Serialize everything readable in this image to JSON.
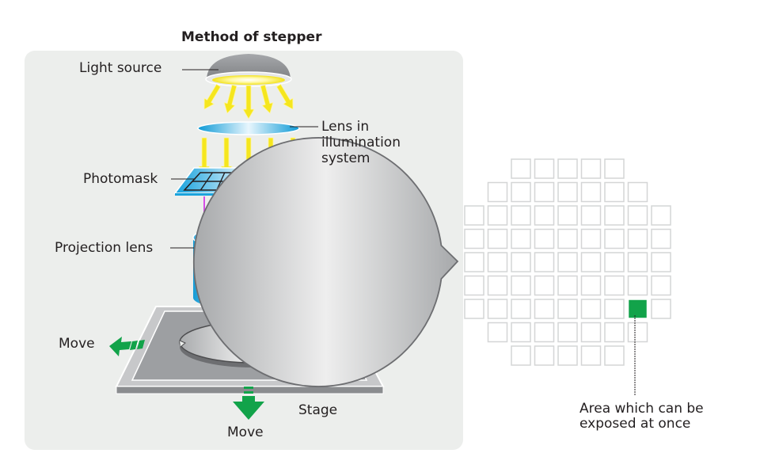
{
  "title": "Method of stepper",
  "labels": {
    "light_source": "Light source",
    "lens_illumination": [
      "Lens in",
      "illumination",
      "system"
    ],
    "photomask": "Photomask",
    "projection_lens": "Projection lens",
    "move_left": "Move",
    "move_down": "Move",
    "stage": "Stage",
    "area_exposed": [
      "Area which can be",
      "exposed at once"
    ]
  },
  "colors": {
    "panel": "#eceeec",
    "light_yellow": "#f5e61e",
    "lens_blue": "#1aa3dc",
    "beam_magenta": "#d54ee6",
    "move_arrow_green": "#12a34a",
    "pointer_arrow": "#8b1a5a",
    "exposed_die": "#12a34a",
    "wafer_gray": "#b9bbbd"
  },
  "wafer_map": {
    "rows": [
      {
        "start": 2,
        "count": 5
      },
      {
        "start": 1,
        "count": 7
      },
      {
        "start": 0,
        "count": 9
      },
      {
        "start": 0,
        "count": 9
      },
      {
        "start": 0,
        "count": 9
      },
      {
        "start": 0,
        "count": 9
      },
      {
        "start": 0,
        "count": 9
      },
      {
        "start": 1,
        "count": 7
      },
      {
        "start": 2,
        "count": 5
      }
    ],
    "highlighted": {
      "row": 6,
      "col": 7
    }
  }
}
